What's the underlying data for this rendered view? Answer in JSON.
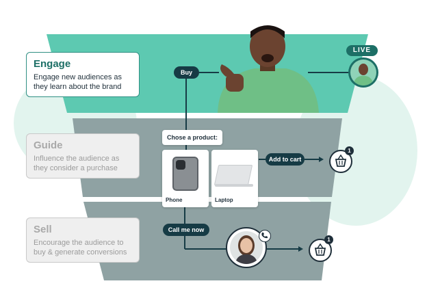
{
  "stages": [
    {
      "title": "Engage",
      "description": "Engage new audiences as they learn about the brand"
    },
    {
      "title": "Guide",
      "description": "Influence the audience as they consider a purchase"
    },
    {
      "title": "Sell",
      "description": "Encourage the audience to buy & generate conversions"
    }
  ],
  "live_badge": "LIVE",
  "actions": {
    "buy": "Buy",
    "add_to_cart": "Add to cart",
    "call_me_now": "Call me now"
  },
  "product_prompt": "Chose a product:",
  "products": [
    {
      "label": "Phone"
    },
    {
      "label": "Laptop"
    }
  ],
  "cart_counts": [
    "1",
    "1"
  ],
  "icons": [
    "phone-icon",
    "basket-icon",
    "arrow-right-icon"
  ],
  "colors": {
    "engage_teal": "#5dc9b1",
    "funnel_gray": "#8fa2a3",
    "dark_navy": "#163b45",
    "accent_green": "#1d6f66",
    "backdrop_mint": "#e2f4ee"
  }
}
